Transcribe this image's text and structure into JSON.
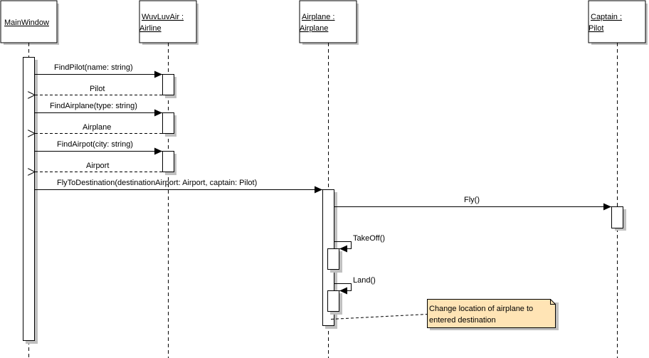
{
  "diagram": {
    "type": "uml-sequence",
    "colors": {
      "line": "#000000",
      "shadow": "#c0c0c0",
      "box_fill": "#ffffff",
      "note_fill": "#ffe4b5"
    },
    "lifelines": [
      {
        "id": "main",
        "label_lines": [
          "MainWindow"
        ]
      },
      {
        "id": "airline",
        "label_lines": [
          "WuvLuvAir :",
          "Airline"
        ]
      },
      {
        "id": "airplane",
        "label_lines": [
          "Airplane :",
          "Airplane"
        ]
      },
      {
        "id": "captain",
        "label_lines": [
          "Captain :",
          "Pilot"
        ]
      }
    ],
    "messages": [
      {
        "from": "main",
        "to": "airline",
        "label": "FindPilot(name: string)",
        "kind": "sync"
      },
      {
        "from": "airline",
        "to": "main",
        "label": "Pilot",
        "kind": "return"
      },
      {
        "from": "main",
        "to": "airline",
        "label": "FindAirplane(type: string)",
        "kind": "sync"
      },
      {
        "from": "airline",
        "to": "main",
        "label": "Airplane",
        "kind": "return"
      },
      {
        "from": "main",
        "to": "airline",
        "label": "FindAirpot(city: string)",
        "kind": "sync"
      },
      {
        "from": "airline",
        "to": "main",
        "label": "Airport",
        "kind": "return"
      },
      {
        "from": "main",
        "to": "airplane",
        "label": "FlyToDestination(destinationAirport: Airport, captain: Pilot)",
        "kind": "sync"
      },
      {
        "from": "airplane",
        "to": "captain",
        "label": "Fly()",
        "kind": "sync"
      },
      {
        "from": "airplane",
        "to": "airplane",
        "label": "TakeOff()",
        "kind": "self"
      },
      {
        "from": "airplane",
        "to": "airplane",
        "label": "Land()",
        "kind": "self"
      }
    ],
    "note": {
      "lines": [
        "Change location of airplane to",
        "entered destination"
      ],
      "attached_to": "airplane"
    }
  }
}
